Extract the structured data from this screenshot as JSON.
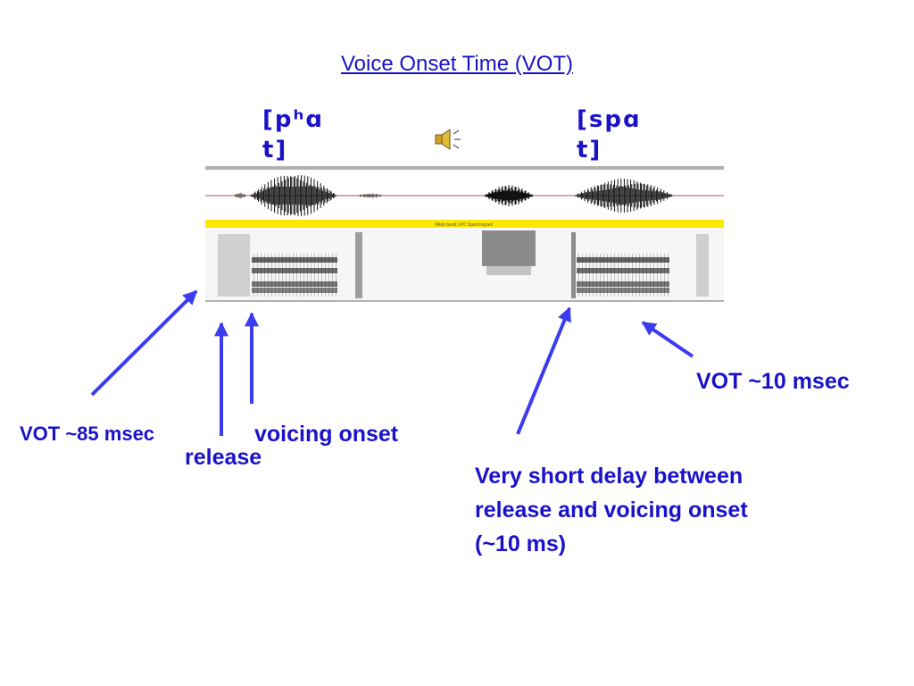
{
  "title": "Voice Onset Time (VOT)",
  "ipa_left": {
    "line1": "[pʰɑ",
    "line2": "t]"
  },
  "ipa_right": {
    "line1": "[spɑ",
    "line2": "t]"
  },
  "spectrogram_band_label": "Wide band LPC Spectrogram",
  "labels": {
    "vot_long": "VOT ~85 msec",
    "release": "release",
    "voicing_onset": "voicing onset",
    "vot_short": "VOT ~10 msec",
    "note_line1": "Very short delay between",
    "note_line2": "release and voicing onset",
    "note_line3": "(~10 ms)"
  },
  "colors": {
    "accent": "#1a12c8",
    "arrow": "#3b3bf0",
    "band": "#ffe800"
  },
  "icons": {
    "speaker": "speaker-icon"
  }
}
